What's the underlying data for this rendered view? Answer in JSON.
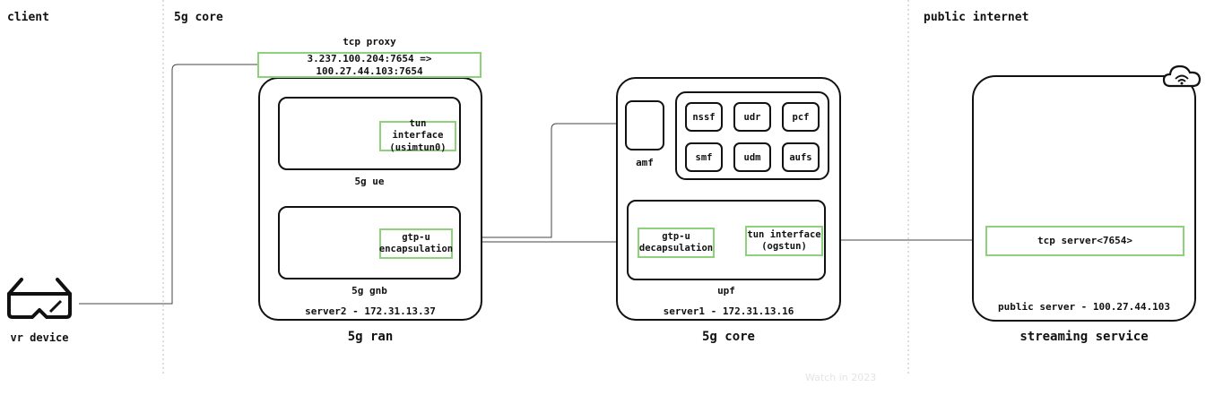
{
  "header": {
    "title": ""
  },
  "sections": {
    "client": "client",
    "core": "5g core",
    "internet": "public internet"
  },
  "vr": {
    "label": "vr device",
    "icon": "vr-headset-icon"
  },
  "proxy": {
    "title": "tcp proxy",
    "mapping": "3.237.100.204:7654 => 100.27.44.103:7654"
  },
  "ran": {
    "ue_label": "5g ue",
    "tun": "tun interface\n(usimtun0)",
    "gnb_label": "5g gnb",
    "gtp": "gtp-u\nencapsulation",
    "server": "server2 - 172.31.13.37",
    "title": "5g ran"
  },
  "core": {
    "amf": "amf",
    "nfs": [
      "nssf",
      "udr",
      "pcf",
      "smf",
      "udm",
      "aufs"
    ],
    "gtp": "gtp-u\ndecapsulation",
    "tun": "tun interface\n(ogstun)",
    "upf": "upf",
    "server": "server1 - 172.31.13.16",
    "title": "5g core"
  },
  "internet": {
    "cloud_icon": "cloud-wifi-icon",
    "tcp_server": "tcp server<7654>",
    "server": "public server - 100.27.44.103",
    "title": "streaming service"
  },
  "watermark": "Watch in 2023",
  "colors": {
    "accent": "#8dd17a",
    "line": "#111111"
  }
}
